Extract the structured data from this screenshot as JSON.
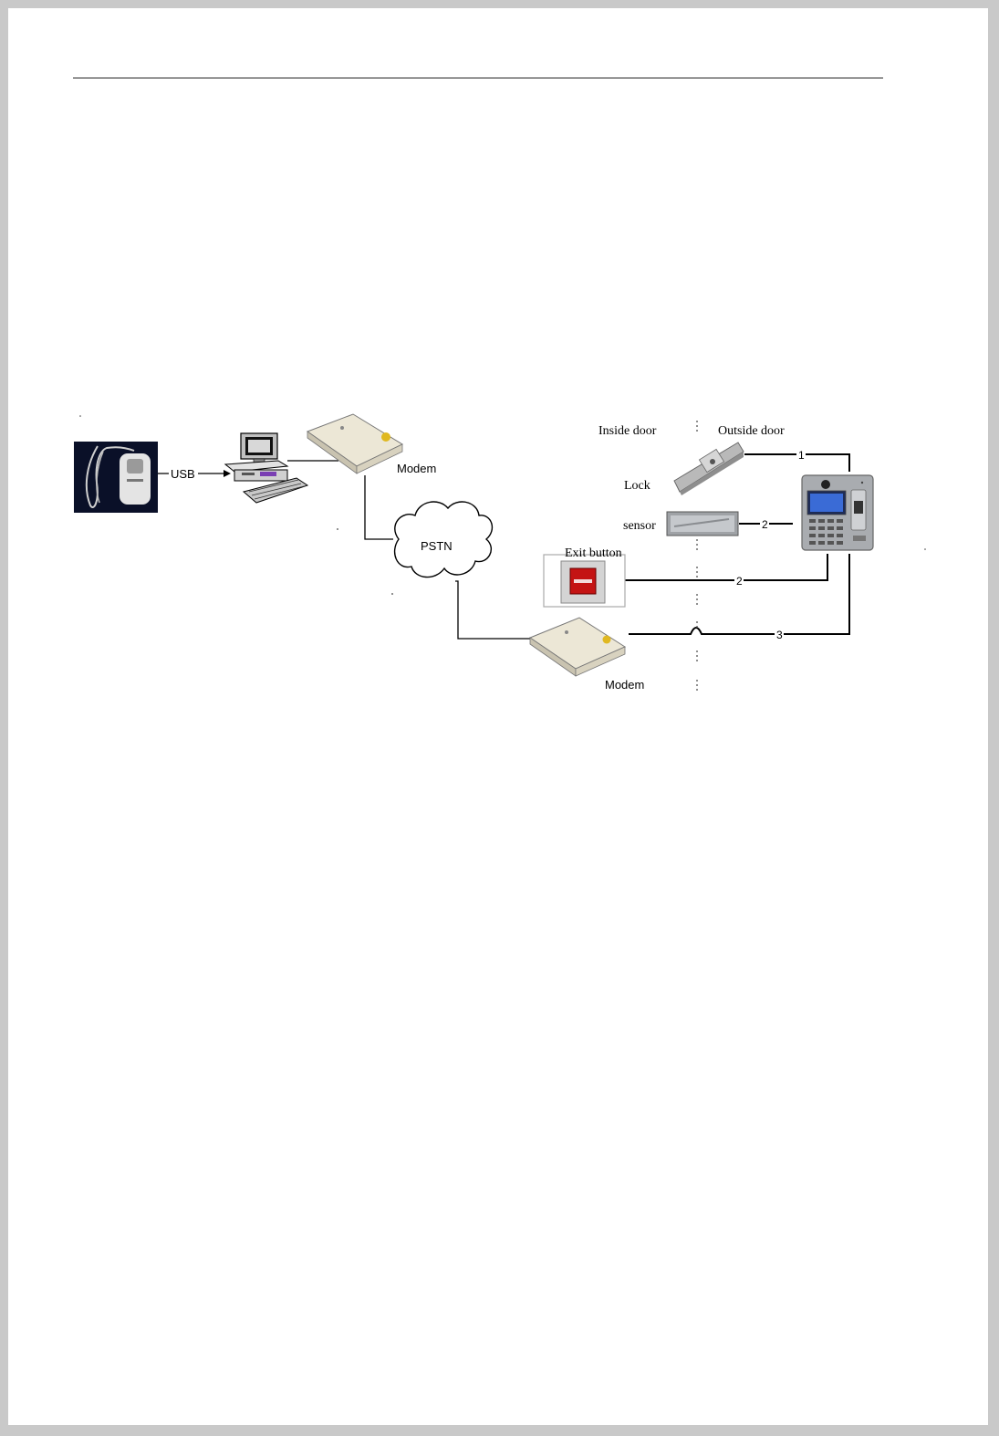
{
  "diagram": {
    "labels": {
      "usb": "USB",
      "modem_top": "Modem",
      "pstn": "PSTN",
      "modem_bottom": "Modem",
      "inside_door": "Inside door",
      "outside_door": "Outside door",
      "lock": "Lock",
      "sensor": "sensor",
      "exit_button": "Exit button",
      "wire_lock": "1",
      "wire_sensor": "2",
      "wire_exit": "2",
      "wire_modem": "3"
    },
    "nodes": [
      "fingerprint-reader",
      "computer",
      "modem",
      "pstn-cloud",
      "modem",
      "lock",
      "sensor",
      "exit-button",
      "access-control-terminal"
    ],
    "colors": {
      "line": "#000000",
      "reader_bg": "#0a1028",
      "modem_body": "#ece7d6",
      "exit_red": "#c41414",
      "terminal_body": "#a9acb0",
      "screen_blue": "#3a6bd6"
    }
  }
}
